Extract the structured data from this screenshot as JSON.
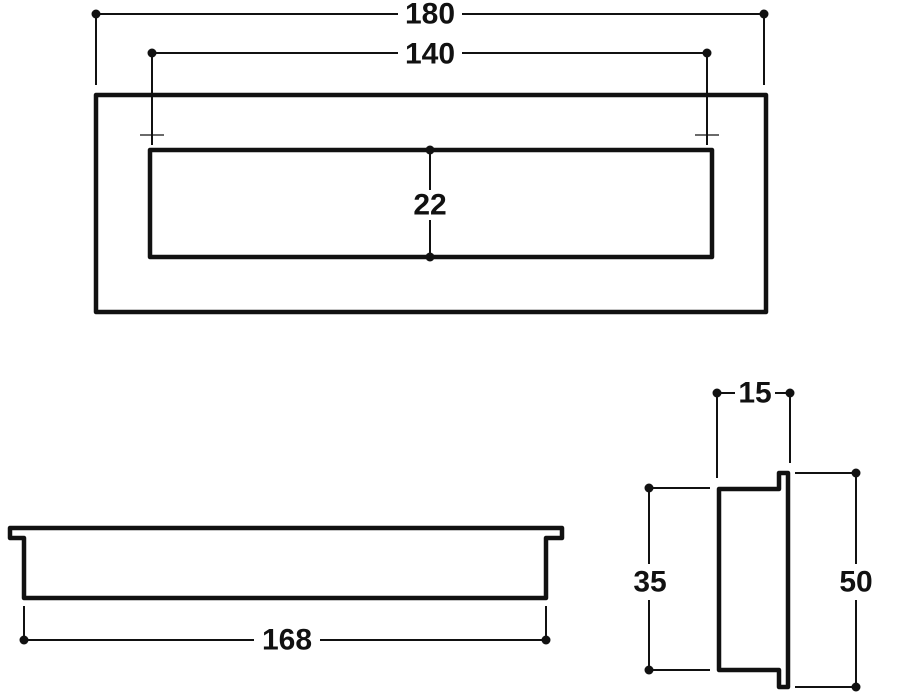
{
  "top_view": {
    "overall_length": "180",
    "hole_spacing": "140",
    "opening_height": "22"
  },
  "side_view": {
    "body_length": "168"
  },
  "end_view": {
    "depth": "15",
    "body_height": "35",
    "flange_height": "50"
  }
}
